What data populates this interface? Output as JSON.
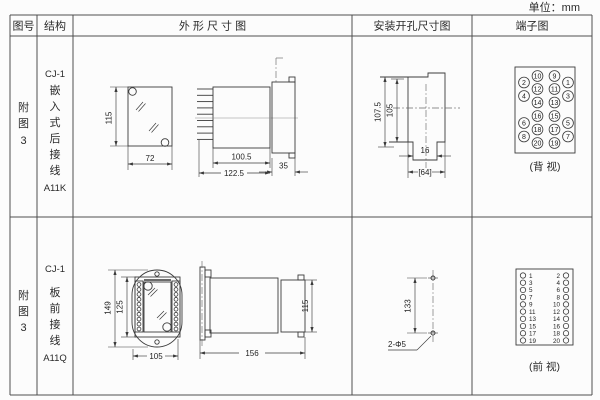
{
  "unit_label": "单位：mm",
  "headers": {
    "fig_no": "图号",
    "structure": "结构",
    "outline": "外 形 尺 寸 图",
    "mounting": "安装开孔尺寸图",
    "terminal": "端子图"
  },
  "rows": [
    {
      "fig_no_chars": [
        "附",
        "图",
        "3"
      ],
      "structure_lines": [
        "CJ-1",
        "嵌",
        "入",
        "式",
        "后",
        "接",
        "线",
        "A11K"
      ],
      "dims": {
        "front_height": "115",
        "front_width": "72",
        "body_depth": "100.5",
        "total_depth": "122.5",
        "rear_depth": "35",
        "cutout_outer_height": "107.5",
        "cutout_height": "105",
        "slot_width": "16",
        "cutout_width": "[64]"
      },
      "terminal": {
        "view_label": "(背 视)",
        "mid_left": [
          "10",
          "12",
          "14",
          "16",
          "18",
          "20"
        ],
        "mid_right": [
          "9",
          "11",
          "13",
          "15",
          "17",
          "19"
        ],
        "outer_left": [
          "2",
          "4",
          "6",
          "8"
        ],
        "outer_right": [
          "1",
          "3",
          "5",
          "7"
        ]
      }
    },
    {
      "fig_no_chars": [
        "附",
        "图",
        "3"
      ],
      "structure_lines": [
        "CJ-1",
        "板",
        "前",
        "接",
        "线",
        "A11Q"
      ],
      "dims": {
        "flange_height": "149",
        "body_height": "125",
        "front_width": "105",
        "total_depth": "156",
        "rear_height": "115",
        "hole_spacing": "133",
        "hole_note": "2-Φ5"
      },
      "terminal": {
        "view_label": "(前 视)",
        "left": [
          "1",
          "3",
          "5",
          "7",
          "9",
          "11",
          "13",
          "15",
          "17",
          "19"
        ],
        "right": [
          "2",
          "4",
          "6",
          "8",
          "10",
          "12",
          "14",
          "16",
          "18",
          "20"
        ]
      }
    }
  ]
}
